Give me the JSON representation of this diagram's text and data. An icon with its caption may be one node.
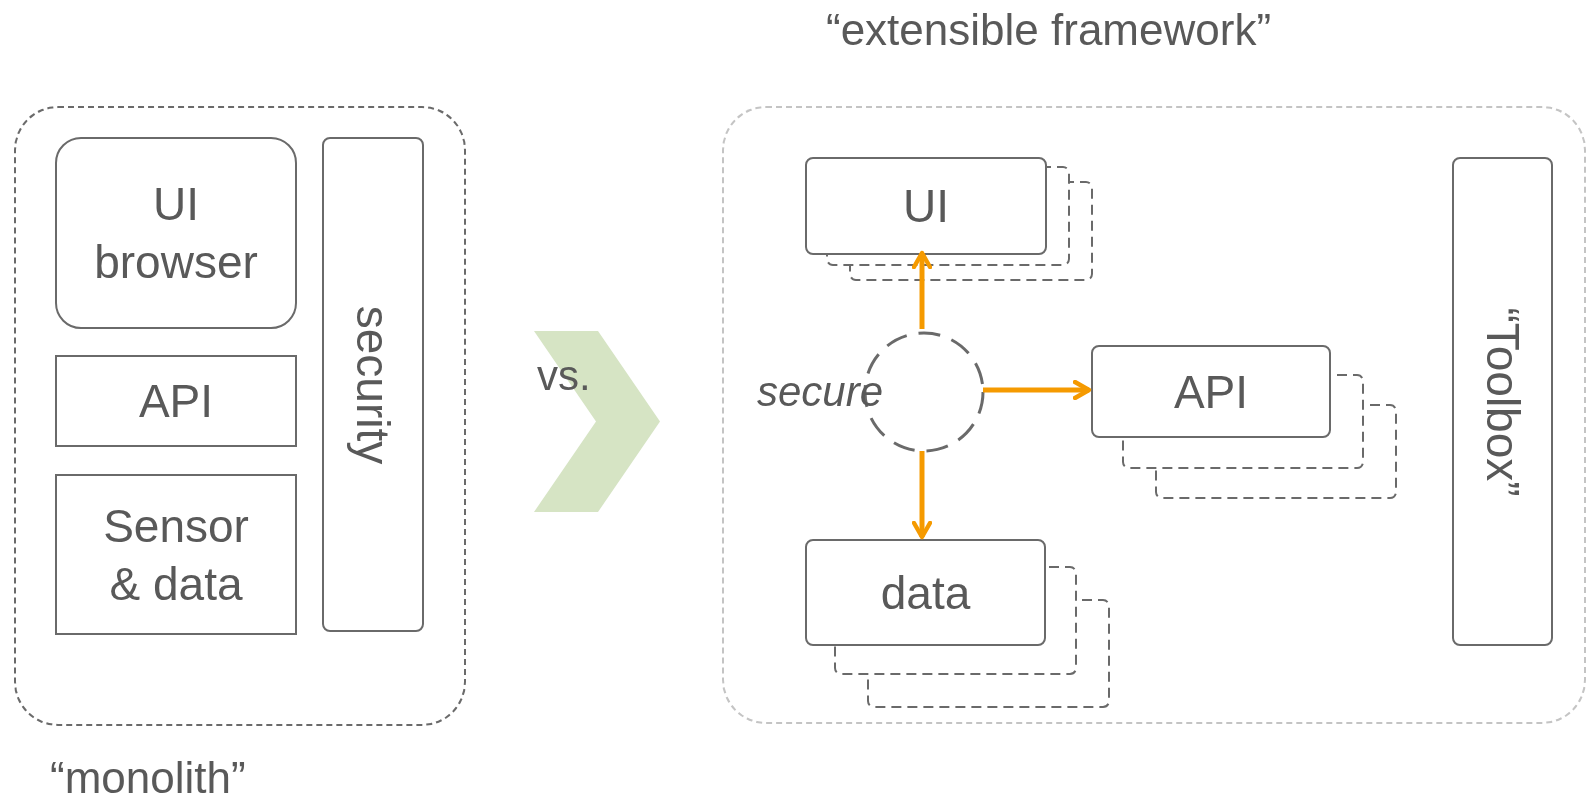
{
  "diagram": {
    "nodes": [
      {
        "text": [
          "“monolith”"
        ]
      },
      {
        "text": [
          "UI",
          "browser"
        ],
        "in": 0
      },
      {
        "text": [
          "API"
        ],
        "in": 0
      },
      {
        "text": [
          "Sensor & data"
        ],
        "in": 0
      },
      {
        "text": [
          "security"
        ],
        "in": 0
      },
      {
        "text": [
          "vs."
        ]
      },
      {
        "text": [
          "“extensible framework”"
        ]
      },
      {
        "text": [
          "UI"
        ],
        "in": 6
      },
      {
        "text": [
          "secure"
        ],
        "in": 6
      },
      {
        "text": [
          "API"
        ],
        "in": 6
      },
      {
        "text": [
          "data"
        ],
        "in": 6
      },
      {
        "text": [
          "“Toolbox”"
        ],
        "in": 6
      }
    ],
    "edges": [
      {
        "from": 8,
        "to": 7,
        "arrow": "to"
      },
      {
        "from": 8,
        "to": 9,
        "arrow": "to"
      },
      {
        "from": 8,
        "to": 10,
        "arrow": "to"
      }
    ]
  }
}
